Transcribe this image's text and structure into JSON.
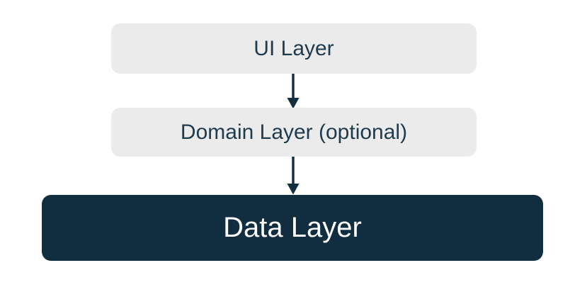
{
  "diagram": {
    "type": "layered-architecture",
    "background": "#ffffff",
    "colors": {
      "light_node_bg": "#ebebeb",
      "light_node_text": "#1f3b4d",
      "dark_node_bg": "#112e40",
      "dark_node_text": "#ffffff",
      "arrow": "#14303f"
    },
    "nodes": [
      {
        "id": "ui-layer",
        "label": "UI Layer",
        "variant": "light"
      },
      {
        "id": "domain-layer",
        "label": "Domain Layer (optional)",
        "variant": "light"
      },
      {
        "id": "data-layer",
        "label": "Data Layer",
        "variant": "dark"
      }
    ],
    "edges": [
      {
        "from": "ui-layer",
        "to": "domain-layer",
        "direction": "down"
      },
      {
        "from": "domain-layer",
        "to": "data-layer",
        "direction": "down"
      }
    ]
  }
}
